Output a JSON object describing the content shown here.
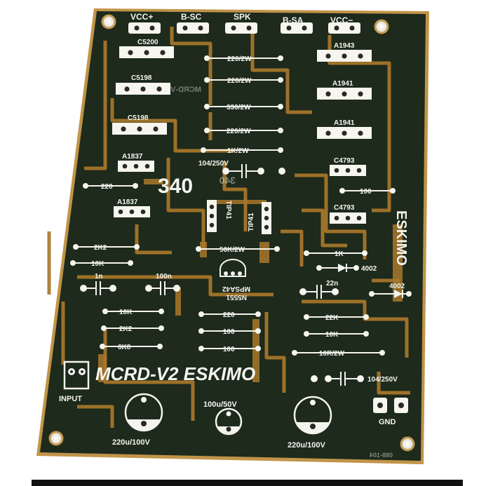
{
  "board": {
    "colors": {
      "soldermask": "#1d2a1c",
      "copper": "#b8862e",
      "silk": "#f4f4ee",
      "background": "#ffffff"
    },
    "title_text": "MCRD-V2 ESKIMO",
    "side_brand": "ESKIMO",
    "big_number": "340",
    "mirrored_number": "340",
    "mirrored_title": "MCRD-V2",
    "back_code": "088-104",
    "headers": {
      "vcc_plus": "VCC+",
      "bsc": "B-SC",
      "spk": "SPK",
      "bsa": "B-SA",
      "vcc_minus": "VCC−"
    },
    "transistors": {
      "c5200": "C5200",
      "c5198_1": "C5198",
      "c5198_2": "C5198",
      "a1943": "A1943",
      "a1941_1": "A1941",
      "a1941_2": "A1941",
      "a1837_1": "A1837",
      "a1837_2": "A1837",
      "c4793_1": "C4793",
      "c4793_2": "C4793",
      "tip41_left": "TIP41",
      "tip41_right": "TIP41",
      "mpsa42": "MPSA42",
      "n5551": "N5551"
    },
    "resistors": {
      "r220_2w_a": "220/2W",
      "r220_2w_b": "220/2W",
      "r330_2w": "330/2W",
      "r220_2w_c": "220/2W",
      "r1k_2w": "1K/2W",
      "r220_left": "220",
      "r100_right": "100",
      "r2k2_top": "2K2",
      "r10k_left": "10K",
      "r56k_2w": "56K/2W",
      "r1k_mid": "1K",
      "r10k_mid": "10K",
      "r220_mid": "220",
      "r100_a": "100",
      "r100_b": "100",
      "r2k2_bottom": "2K2",
      "r6k8": "6K8",
      "r22k": "22K",
      "r10k_right": "10K",
      "r10r_2w": "10R/2W"
    },
    "capacitors": {
      "c104_top": "104/250V",
      "c1n": "1n",
      "c100n": "100n",
      "c22n": "22n",
      "c104_bottom": "104/250V",
      "c220u_left": "220u/100V",
      "c100u": "100u/50V",
      "c220u_right": "220u/100V"
    },
    "diodes": {
      "d4002_a": "4002",
      "d4002_b": "4002"
    },
    "connectors": {
      "input": "INPUT",
      "gnd": "GND"
    }
  }
}
